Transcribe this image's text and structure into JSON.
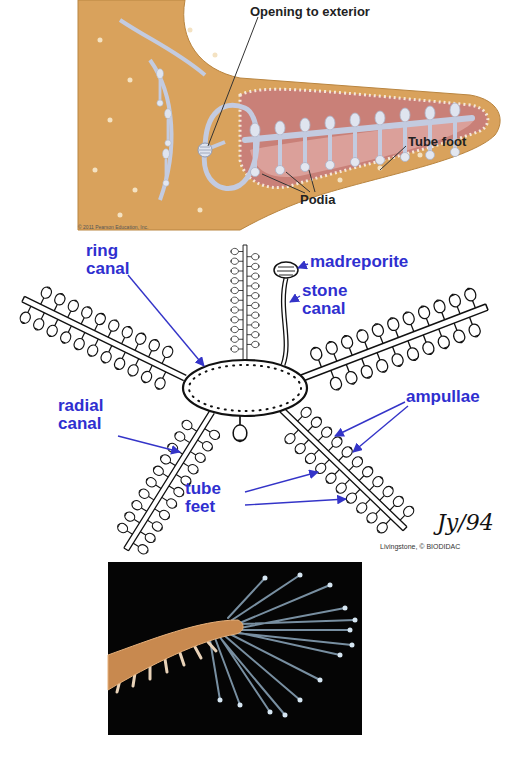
{
  "diagram": {
    "labels": [
      "Opening to exterior",
      "Tube foot",
      "Podia",
      "© 2011 Pearson Education, Inc.",
      "ring canal",
      "madreporite",
      "stone canal",
      "radial canal",
      "ampullae",
      "tube feet",
      "Jy/94",
      "Livingstone, © BIODIDAC"
    ]
  }
}
